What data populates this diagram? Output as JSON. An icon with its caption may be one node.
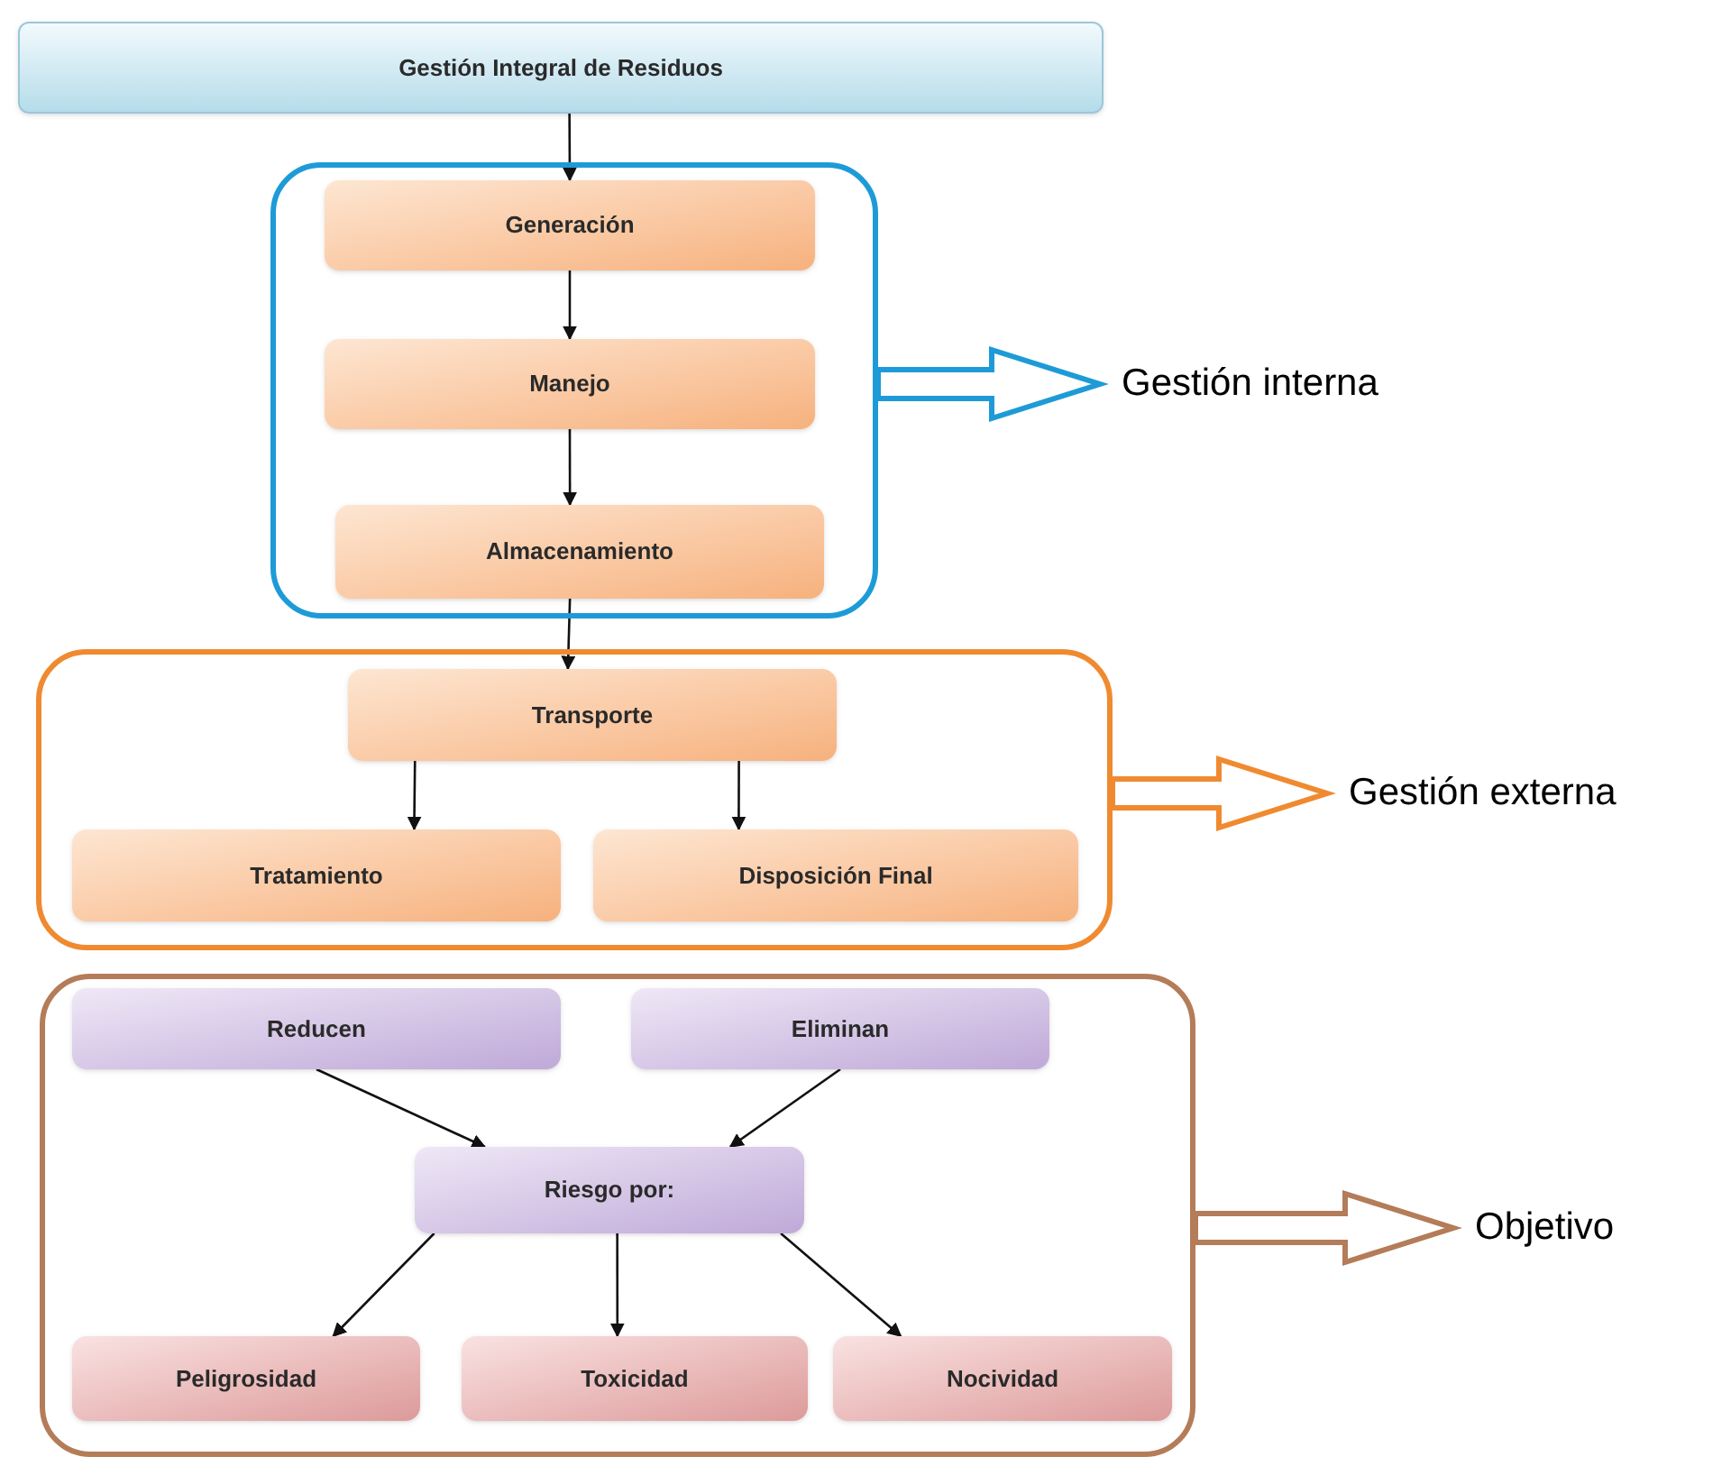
{
  "diagram": {
    "nodes": [
      {
        "text": [
          "Gestión Integral de Residuos"
        ]
      },
      {
        "text": [],
        "shape": "box"
      },
      {
        "text": [
          "Generación"
        ],
        "in": 1
      },
      {
        "text": [
          "Manejo"
        ],
        "in": 1
      },
      {
        "text": [
          "Almacenamiento"
        ],
        "in": 1
      },
      {
        "text": [],
        "shape": "box"
      },
      {
        "text": [
          "Transporte"
        ],
        "in": 5
      },
      {
        "text": [
          "Tratamiento"
        ],
        "in": 5
      },
      {
        "text": [
          "Disposición Final"
        ],
        "in": 5
      },
      {
        "text": [],
        "shape": "box"
      },
      {
        "text": [
          "Reducen"
        ],
        "in": 9
      },
      {
        "text": [
          "Eliminan"
        ],
        "in": 9
      },
      {
        "text": [
          "Riesgo por:"
        ],
        "in": 9
      },
      {
        "text": [
          "Peligrosidad"
        ],
        "in": 9
      },
      {
        "text": [
          "Toxicidad"
        ],
        "in": 9
      },
      {
        "text": [
          "Nocividad"
        ],
        "in": 9
      },
      {
        "text": [
          "Gestión interna"
        ]
      },
      {
        "text": [
          "Gestión externa"
        ]
      },
      {
        "text": [
          "Objetivo"
        ]
      }
    ],
    "edges": [
      {
        "from": 0,
        "to": 2,
        "arrow": "to"
      },
      {
        "from": 2,
        "to": 3,
        "arrow": "to"
      },
      {
        "from": 3,
        "to": 4,
        "arrow": "to"
      },
      {
        "from": 4,
        "to": 6,
        "arrow": "to"
      },
      {
        "from": 6,
        "to": 7,
        "arrow": "to"
      },
      {
        "from": 6,
        "to": 8,
        "arrow": "to"
      },
      {
        "from": 10,
        "to": 12,
        "arrow": "to"
      },
      {
        "from": 11,
        "to": 12,
        "arrow": "to"
      },
      {
        "from": 12,
        "to": 13,
        "arrow": "to"
      },
      {
        "from": 12,
        "to": 14,
        "arrow": "to"
      },
      {
        "from": 12,
        "to": 15,
        "arrow": "to"
      },
      {
        "from": 1,
        "to": 16,
        "arrow": "to",
        "style": "thick",
        "color": "#1e9bd7"
      },
      {
        "from": 5,
        "to": 17,
        "arrow": "to",
        "style": "thick",
        "color": "#f08a30"
      },
      {
        "from": 9,
        "to": 18,
        "arrow": "to",
        "style": "thick",
        "color": "#b47c58"
      }
    ]
  }
}
